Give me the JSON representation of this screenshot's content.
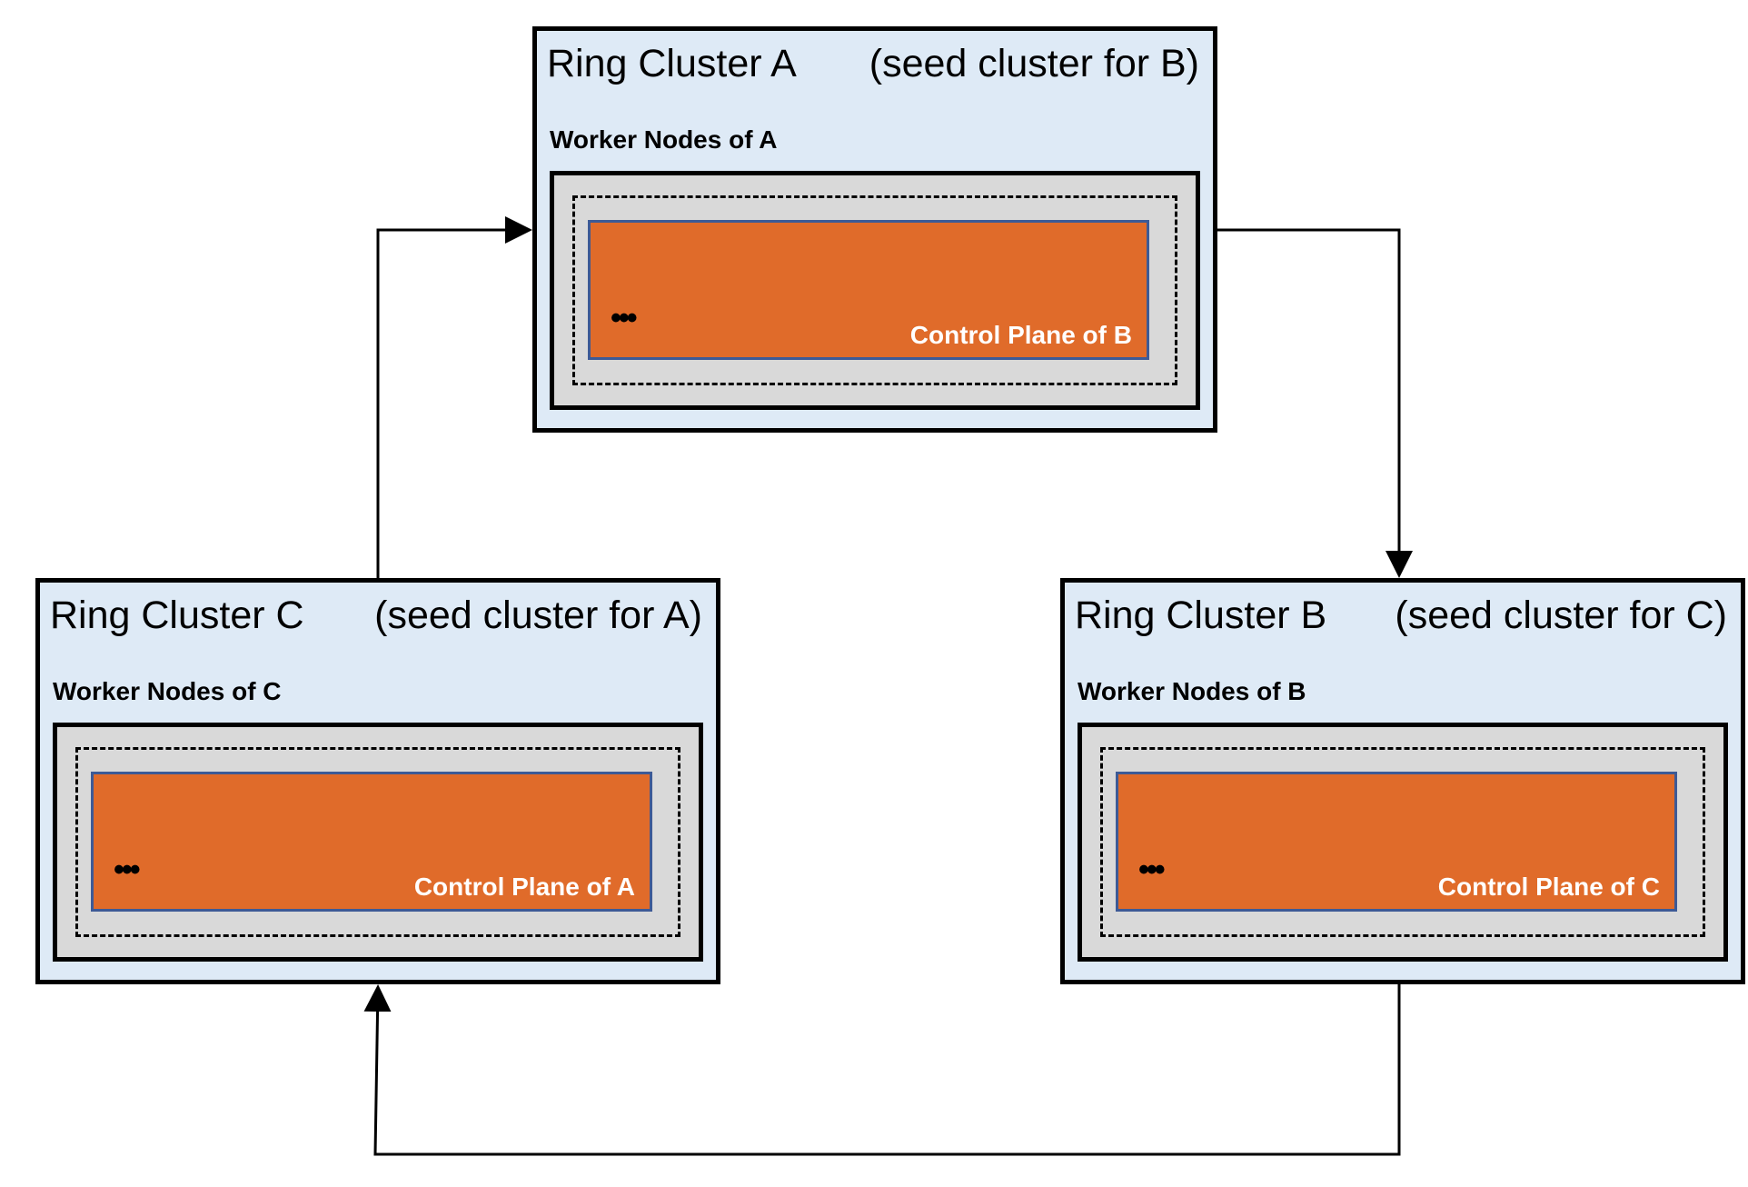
{
  "clusters": {
    "a": {
      "title": "Ring Cluster A",
      "note": "(seed cluster for B)",
      "worker_label": "Worker Nodes of A",
      "ellipsis": "•••",
      "plane_label": "Control Plane of B"
    },
    "c": {
      "title": "Ring Cluster C",
      "note": "(seed cluster for A)",
      "worker_label": "Worker Nodes of C",
      "ellipsis": "•••",
      "plane_label": "Control Plane of A"
    },
    "b": {
      "title": "Ring Cluster B",
      "note": "(seed cluster for C)",
      "worker_label": "Worker Nodes of B",
      "ellipsis": "•••",
      "plane_label": "Control Plane of C"
    }
  },
  "colors": {
    "cluster_bg": "#deeaf6",
    "worker_bg": "#d9d9d9",
    "control_plane_bg": "#e06b2a",
    "control_plane_border": "#3d5a96",
    "line": "#000000"
  }
}
